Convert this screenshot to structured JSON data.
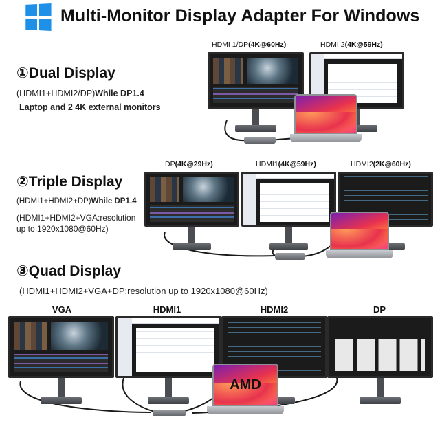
{
  "header": {
    "title": "Multi-Monitor Display Adapter For Windows",
    "logo_icon": "windows-logo-icon",
    "logo_color": "#1e90e8"
  },
  "section1": {
    "title": "①Dual Display",
    "line1_prefix": "(HDMI1+HDMI2/DP)",
    "line1_bold": "While DP1.4",
    "line2": "Laptop and 2 4K external monitors",
    "monitors": [
      {
        "label_prefix": "HDMI 1/DP",
        "label_bold": "(4K@60Hz)"
      },
      {
        "label_prefix": "HDMI 2",
        "label_bold": "(4K@59Hz)"
      }
    ]
  },
  "section2": {
    "title": "②Triple Display",
    "line1_prefix": "(HDMI1+HDMI2+DP)",
    "line1_bold": "While DP1.4",
    "line2": "(HDMI1+HDMI2+VGA:resolution up to 1920x1080@60Hz)",
    "monitors": [
      {
        "label_prefix": "DP",
        "label_bold": "(4K@29Hz)"
      },
      {
        "label_prefix": "HDMI1",
        "label_bold": "(4K@59Hz)"
      },
      {
        "label_prefix": "HDMI2",
        "label_bold": "(2K@60Hz)"
      }
    ]
  },
  "section3": {
    "title": "③Quad Display",
    "line1": "(HDMI1+HDMI2+VGA+DP:resolution up to 1920x1080@60Hz)",
    "monitors": [
      {
        "label": "VGA"
      },
      {
        "label": "HDMI1"
      },
      {
        "label": "HDMI2"
      },
      {
        "label": "DP"
      }
    ],
    "laptop_text": "AMD"
  }
}
